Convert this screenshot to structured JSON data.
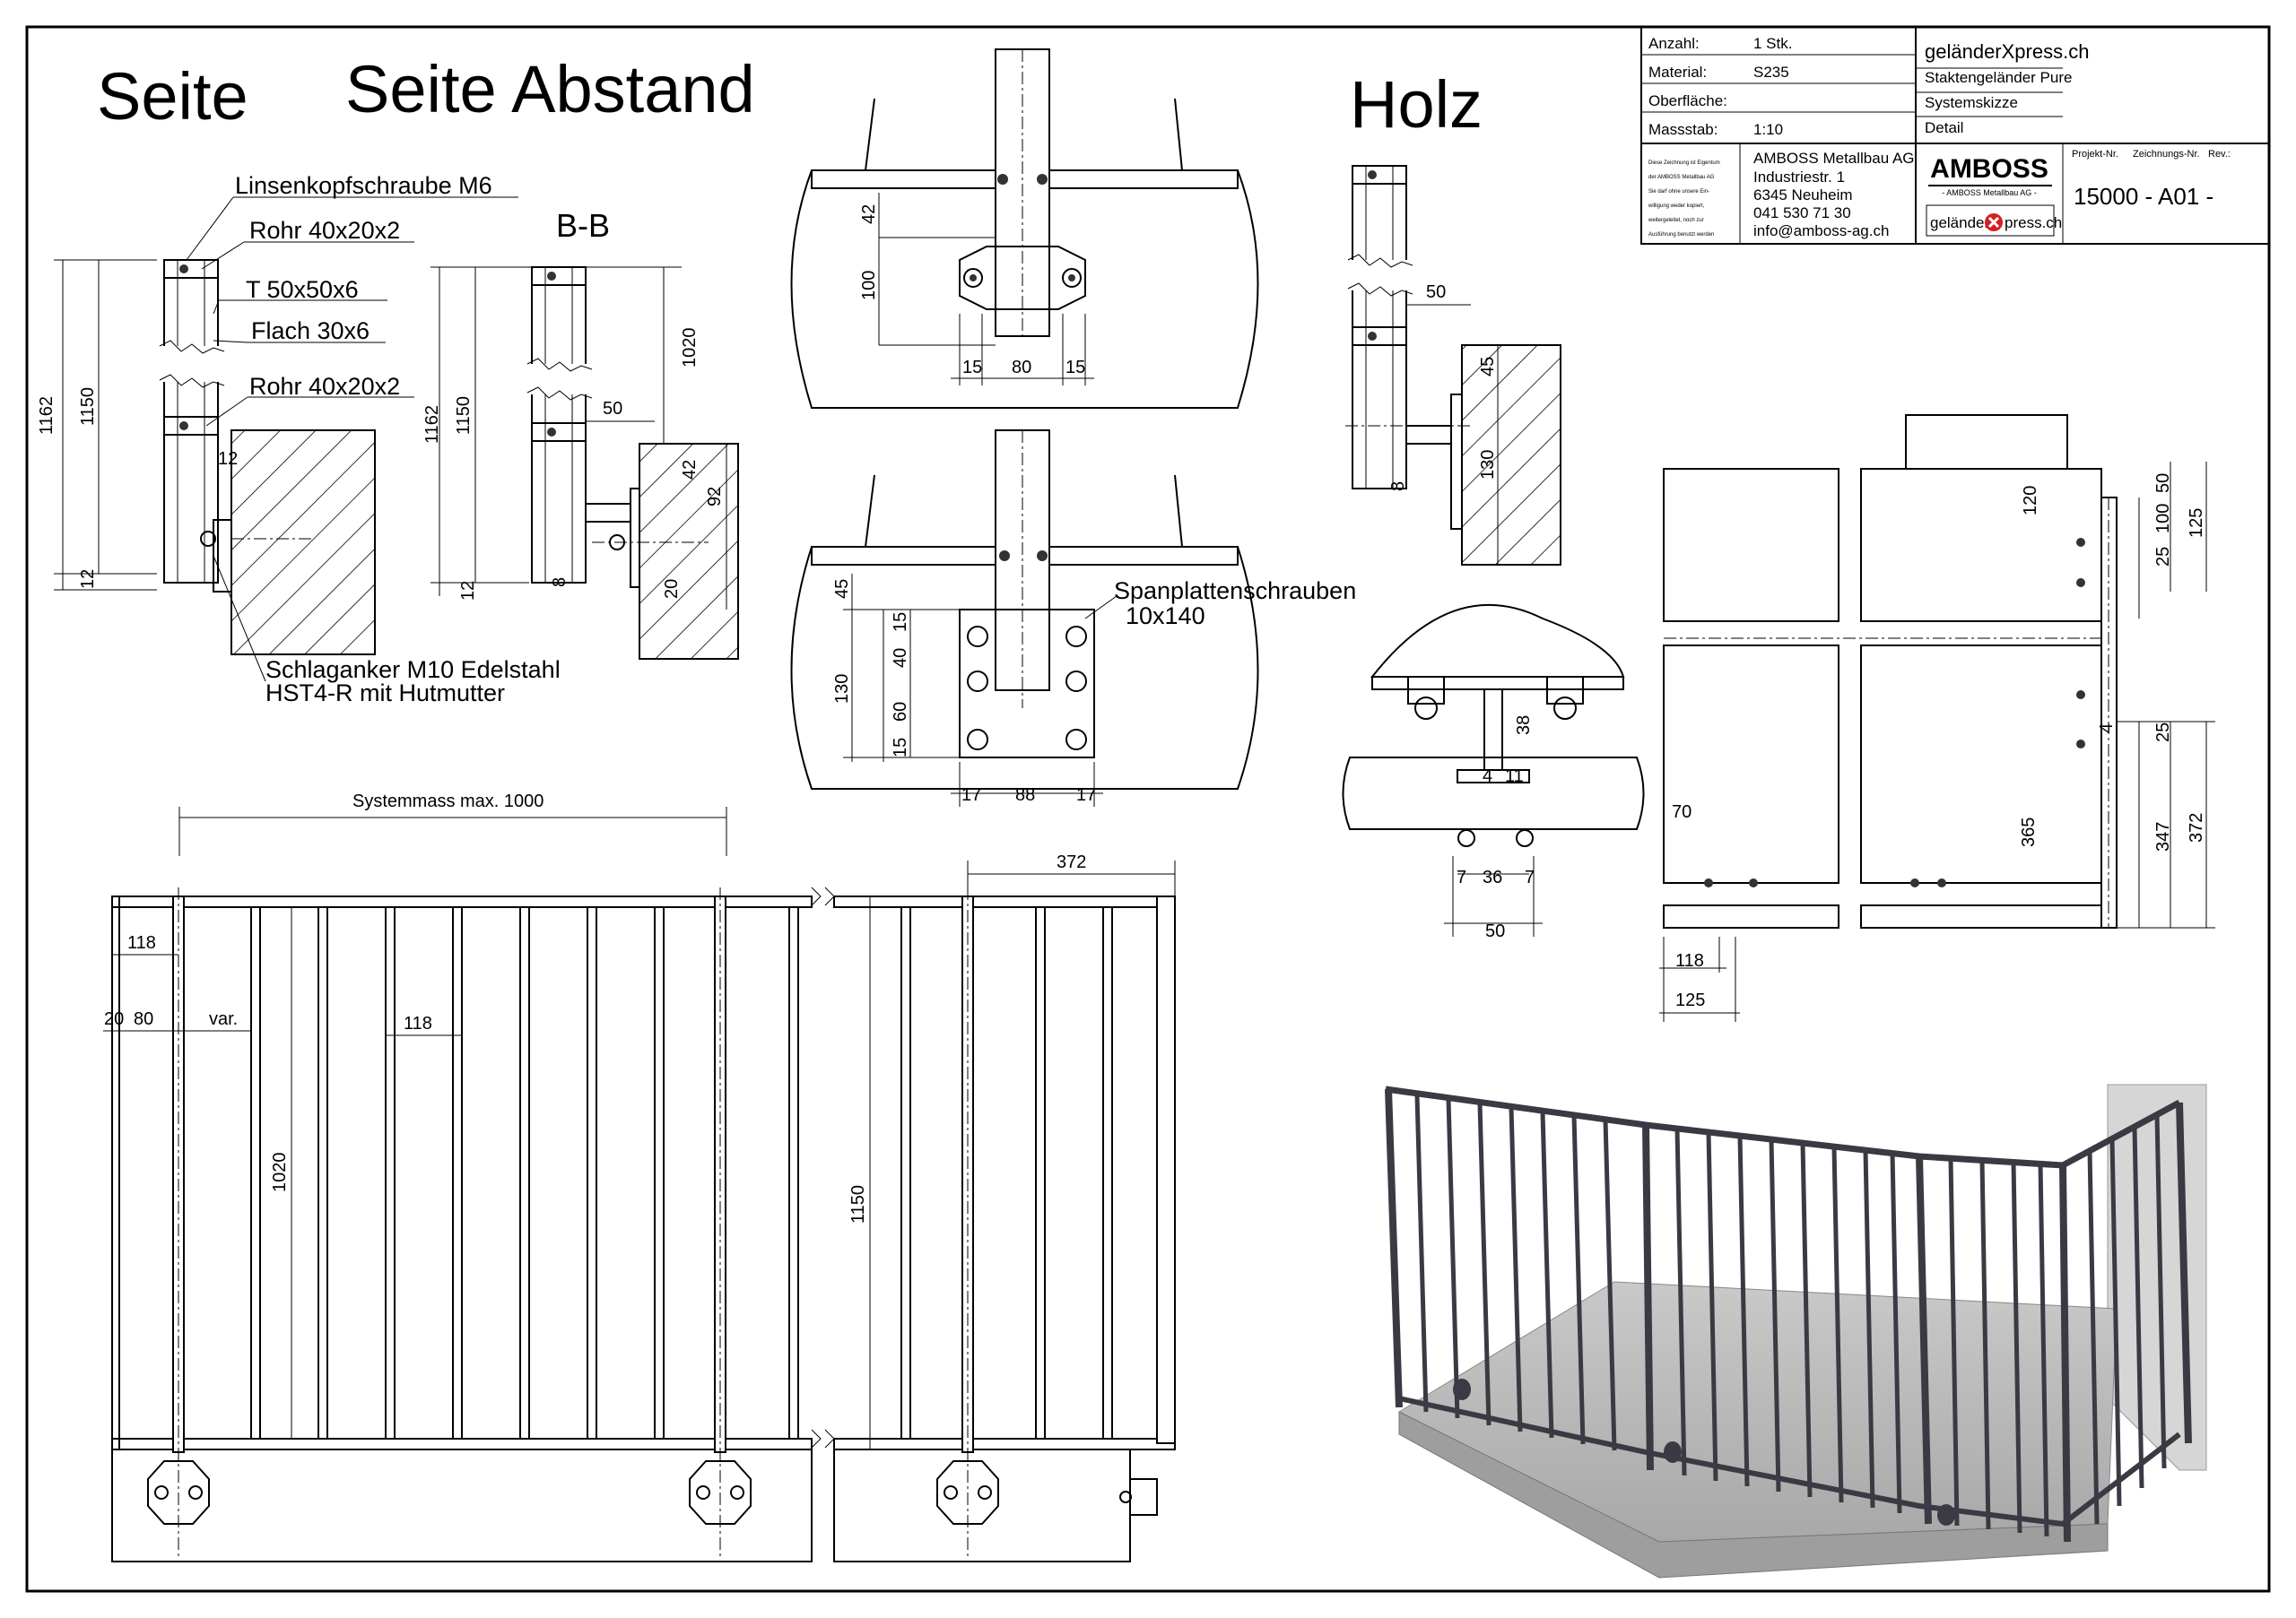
{
  "views": {
    "seite": "Seite",
    "seite_abstand": "Seite Abstand",
    "holz": "Holz",
    "section_bb": "B-B"
  },
  "labels": {
    "screw_m6": "Linsenkopfschraube M6",
    "tube_top": "Rohr 40x20x2",
    "tee": "T 50x50x6",
    "flat": "Flach 30x6",
    "tube_mid": "Rohr 40x20x2",
    "anchor_1": "Schlaganker M10 Edelstahl",
    "anchor_2": "HST4-R mit Hutmutter",
    "chipboard_1": "Spanplattenschrauben",
    "chipboard_2": "10x140",
    "system": "Systemmass max. 1000",
    "var": "var."
  },
  "dims": {
    "d1162": "1162",
    "d1150": "1150",
    "d12": "12",
    "d12b": "12",
    "d1162b": "1162",
    "d1150b": "1150",
    "d12c": "12",
    "d1020": "1020",
    "d50": "50",
    "d42": "42",
    "d92": "92",
    "d8": "8",
    "d20": "20",
    "p42": "42",
    "p100": "100",
    "p15a": "15",
    "p80": "80",
    "p15b": "15",
    "q45": "45",
    "q130": "130",
    "q15a": "15",
    "q40": "40",
    "q60": "60",
    "q15b": "15",
    "q17a": "17",
    "q88": "88",
    "q17b": "17",
    "h50": "50",
    "h45": "45",
    "h130": "130",
    "h8": "8",
    "r38": "38",
    "r4": "4",
    "r11": "11",
    "r7a": "7",
    "r36": "36",
    "r7b": "7",
    "r50": "50",
    "c120": "120",
    "c50": "50",
    "c100": "100",
    "c125": "125",
    "c25": "25",
    "c4": "4",
    "c25b": "25",
    "c365": "365",
    "c347": "347",
    "c372": "372",
    "c70": "70",
    "c118": "118",
    "c125b": "125",
    "f372": "372",
    "f118": "118",
    "f20": "20",
    "f80": "80",
    "f118b": "118",
    "f1020": "1020",
    "f1150": "1150"
  },
  "title_block": {
    "anzahl_label": "Anzahl:",
    "anzahl": "1 Stk.",
    "material_label": "Material:",
    "material": "S235",
    "oberflaeche_label": "Oberfläche:",
    "oberflaeche": "",
    "massstab_label": "Massstab:",
    "massstab": "1:10",
    "note": [
      "Diese Zeichnung ist Eigentum",
      "der AMBOSS Metallbau AG",
      "Sie darf ohne unsere Ein-",
      "willigung weder kopiert,",
      "weitergeleitet, noch zur",
      "Ausführung benutzt werden"
    ],
    "company": "AMBOSS Metallbau AG",
    "street": "Industriestr. 1",
    "city": "6345 Neuheim",
    "phone": "041 530 71 30",
    "email": "info@amboss-ag.ch",
    "brand": "geländerXpress.ch",
    "product": "Staktengeländer Pure",
    "sheet_type": "Systemskizze",
    "detail": "Detail",
    "logo_name": "AMBOSS",
    "logo_sub": "- AMBOSS Metallbau AG -",
    "logo2_a": "geländer",
    "logo2_b": "press.ch",
    "projekt_label": "Projekt-Nr.",
    "zeichnung_label": "Zeichnungs-Nr.",
    "rev_label": "Rev.:",
    "number": "15000 - A01 -"
  },
  "colors": {
    "rail": "#3a3a44",
    "floor": "#b9b9b9",
    "logo_red": "#d42020"
  }
}
